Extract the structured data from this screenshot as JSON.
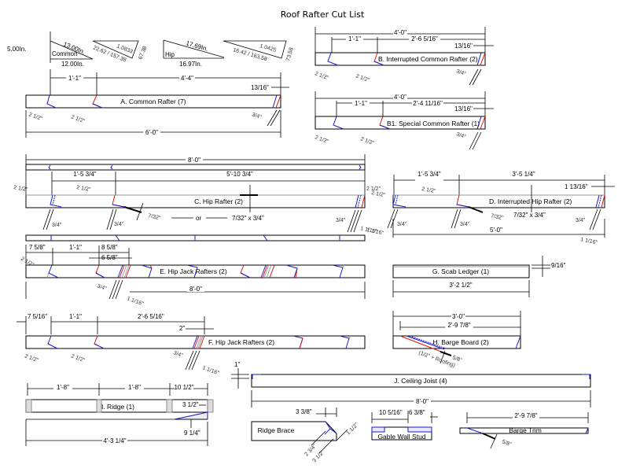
{
  "title": "Roof Rafter Cut List",
  "triangles": {
    "common": {
      "label": "Common",
      "rise": "5.00In.",
      "run": "12.00In.",
      "hyp": "13.00In.",
      "ratio": "1.0833",
      "angles": "22.62 / 157.38",
      "angle2": "67.38"
    },
    "hip": {
      "label": "Hip",
      "run": "16.97In.",
      "hyp": "17.69In.",
      "ratio": "1.0425",
      "angles": "16.42 / 163.58",
      "angle2": "73.58"
    }
  },
  "pieces": {
    "A": {
      "label": "A. Common Rafter (7)",
      "dims": {
        "seg1": "1'-1\"",
        "seg2": "4'-4\"",
        "tail": "13/16\"",
        "overall": "6'-0\"",
        "seat1": "2 1/2\"",
        "seat2": "2 1/2\"",
        "plumb": "3/4\""
      }
    },
    "B": {
      "label": "B. Interrupted Common Rafter (2)",
      "dims": {
        "overall_top": "4'-0\"",
        "seg1": "1'-1\"",
        "seg2": "2'-6 5/16\"",
        "tail": "13/16\"",
        "seat1": "2 1/2\"",
        "seat2": "2 1/2\"",
        "plumb": "3/4\""
      }
    },
    "B1": {
      "label": "B1. Special Common Rafter (1)",
      "dims": {
        "overall_top": "4'-0\"",
        "seg1": "1'-1\"",
        "seg2": "2'-4 11/16\"",
        "tail": "13/16\"",
        "seat1": "2 1/2\"",
        "seat2": "2 1/2\"",
        "plumb": "3/4\""
      }
    },
    "C": {
      "label": "C. Hip Rafter (2)",
      "dims": {
        "overall": "8'-0\"",
        "seg1": "1'-5 3/4\"",
        "seg2": "5'-10 3/4\"",
        "seat1": "2 1/2\"",
        "seat2": "2 1/2\"",
        "seat3": "2 1/2\"",
        "cheek1": "3/4\"",
        "cheek2": "3/4\"",
        "cheek3": "3/4\"",
        "drop": "7/32\"",
        "or": "or",
        "alt": "7/32\" x 3/4\"",
        "end": "1 1/16\""
      }
    },
    "D": {
      "label": "D. Interrupted Hip Rafter (2)",
      "dims": {
        "seg1": "1'-5 3/4\"",
        "seg2": "3'-5 1/4\"",
        "tail": "1 13/16\"",
        "overall": "5'-0\"",
        "seat1": "2 1/2\"",
        "seat2": "2 1/2\"",
        "cheek1": "3/4\"",
        "cheek2": "3/4\"",
        "cheek3": "3/4\"",
        "drop": "7/32\"",
        "alt": "7/32\" x 3/4\"",
        "end1": "1 1/16\"",
        "end2": "1 1/16\""
      }
    },
    "E": {
      "label": "E. Hip Jack Rafters (2)",
      "dims": {
        "seg0": "7 5/8\"",
        "seg1": "1'-1\"",
        "seg2": "8 5/8\"",
        "seg3": "6 5/8\"",
        "overall": "8'-0\"",
        "seat": "2 1/2\"",
        "cheek": "3/4\"",
        "end": "1 1/16\""
      }
    },
    "F": {
      "label": "F. Hip Jack Rafters (2)",
      "dims": {
        "seg0": "7 5/16\"",
        "seg1": "1'-1\"",
        "seg2": "2'-6 5/16\"",
        "gap": "2\"",
        "seat1": "2 1/2\"",
        "seat2": "2 1/2\"",
        "cheek": "3/4\"",
        "end": "1 1/16\""
      }
    },
    "G": {
      "label": "G. Scab Ledger (1)",
      "dims": {
        "overall": "3'-2 1/2\"",
        "thick": "9/16\""
      }
    },
    "H": {
      "label": "H. Barge Board (2)",
      "dims": {
        "overall": "3'-0\"",
        "inner": "2'-9 7/8\"",
        "offset": "5/8\"",
        "note": "(1/2\" + Roofing)"
      }
    },
    "I": {
      "label": "I. Ridge (1)",
      "dims": {
        "seg1": "1'-8\"",
        "seg2": "1'-8\"",
        "seg3": "10 1/2\"",
        "depth": "3 1/2\"",
        "cut": "9 1/4\"",
        "overall": "4'-3 1/4\""
      }
    },
    "J": {
      "label": "J. Ceiling Joist (4)",
      "dims": {
        "overall": "8'-0\"",
        "drop": "1\""
      }
    },
    "brace": {
      "label": "Ridge Brace",
      "dims": {
        "top": "3 3/8\"",
        "a": "2 3/4\"",
        "b": "3 1/2\"",
        "c": "1 1/2\""
      }
    },
    "stud": {
      "label": "Gable Wall Stud",
      "dims": {
        "a": "10 5/16\"",
        "b": "6 3/8\""
      }
    },
    "trim": {
      "label": "Barge Trim",
      "dims": {
        "overall": "2'-9 7/8\"",
        "offset": "5/8\""
      }
    }
  }
}
